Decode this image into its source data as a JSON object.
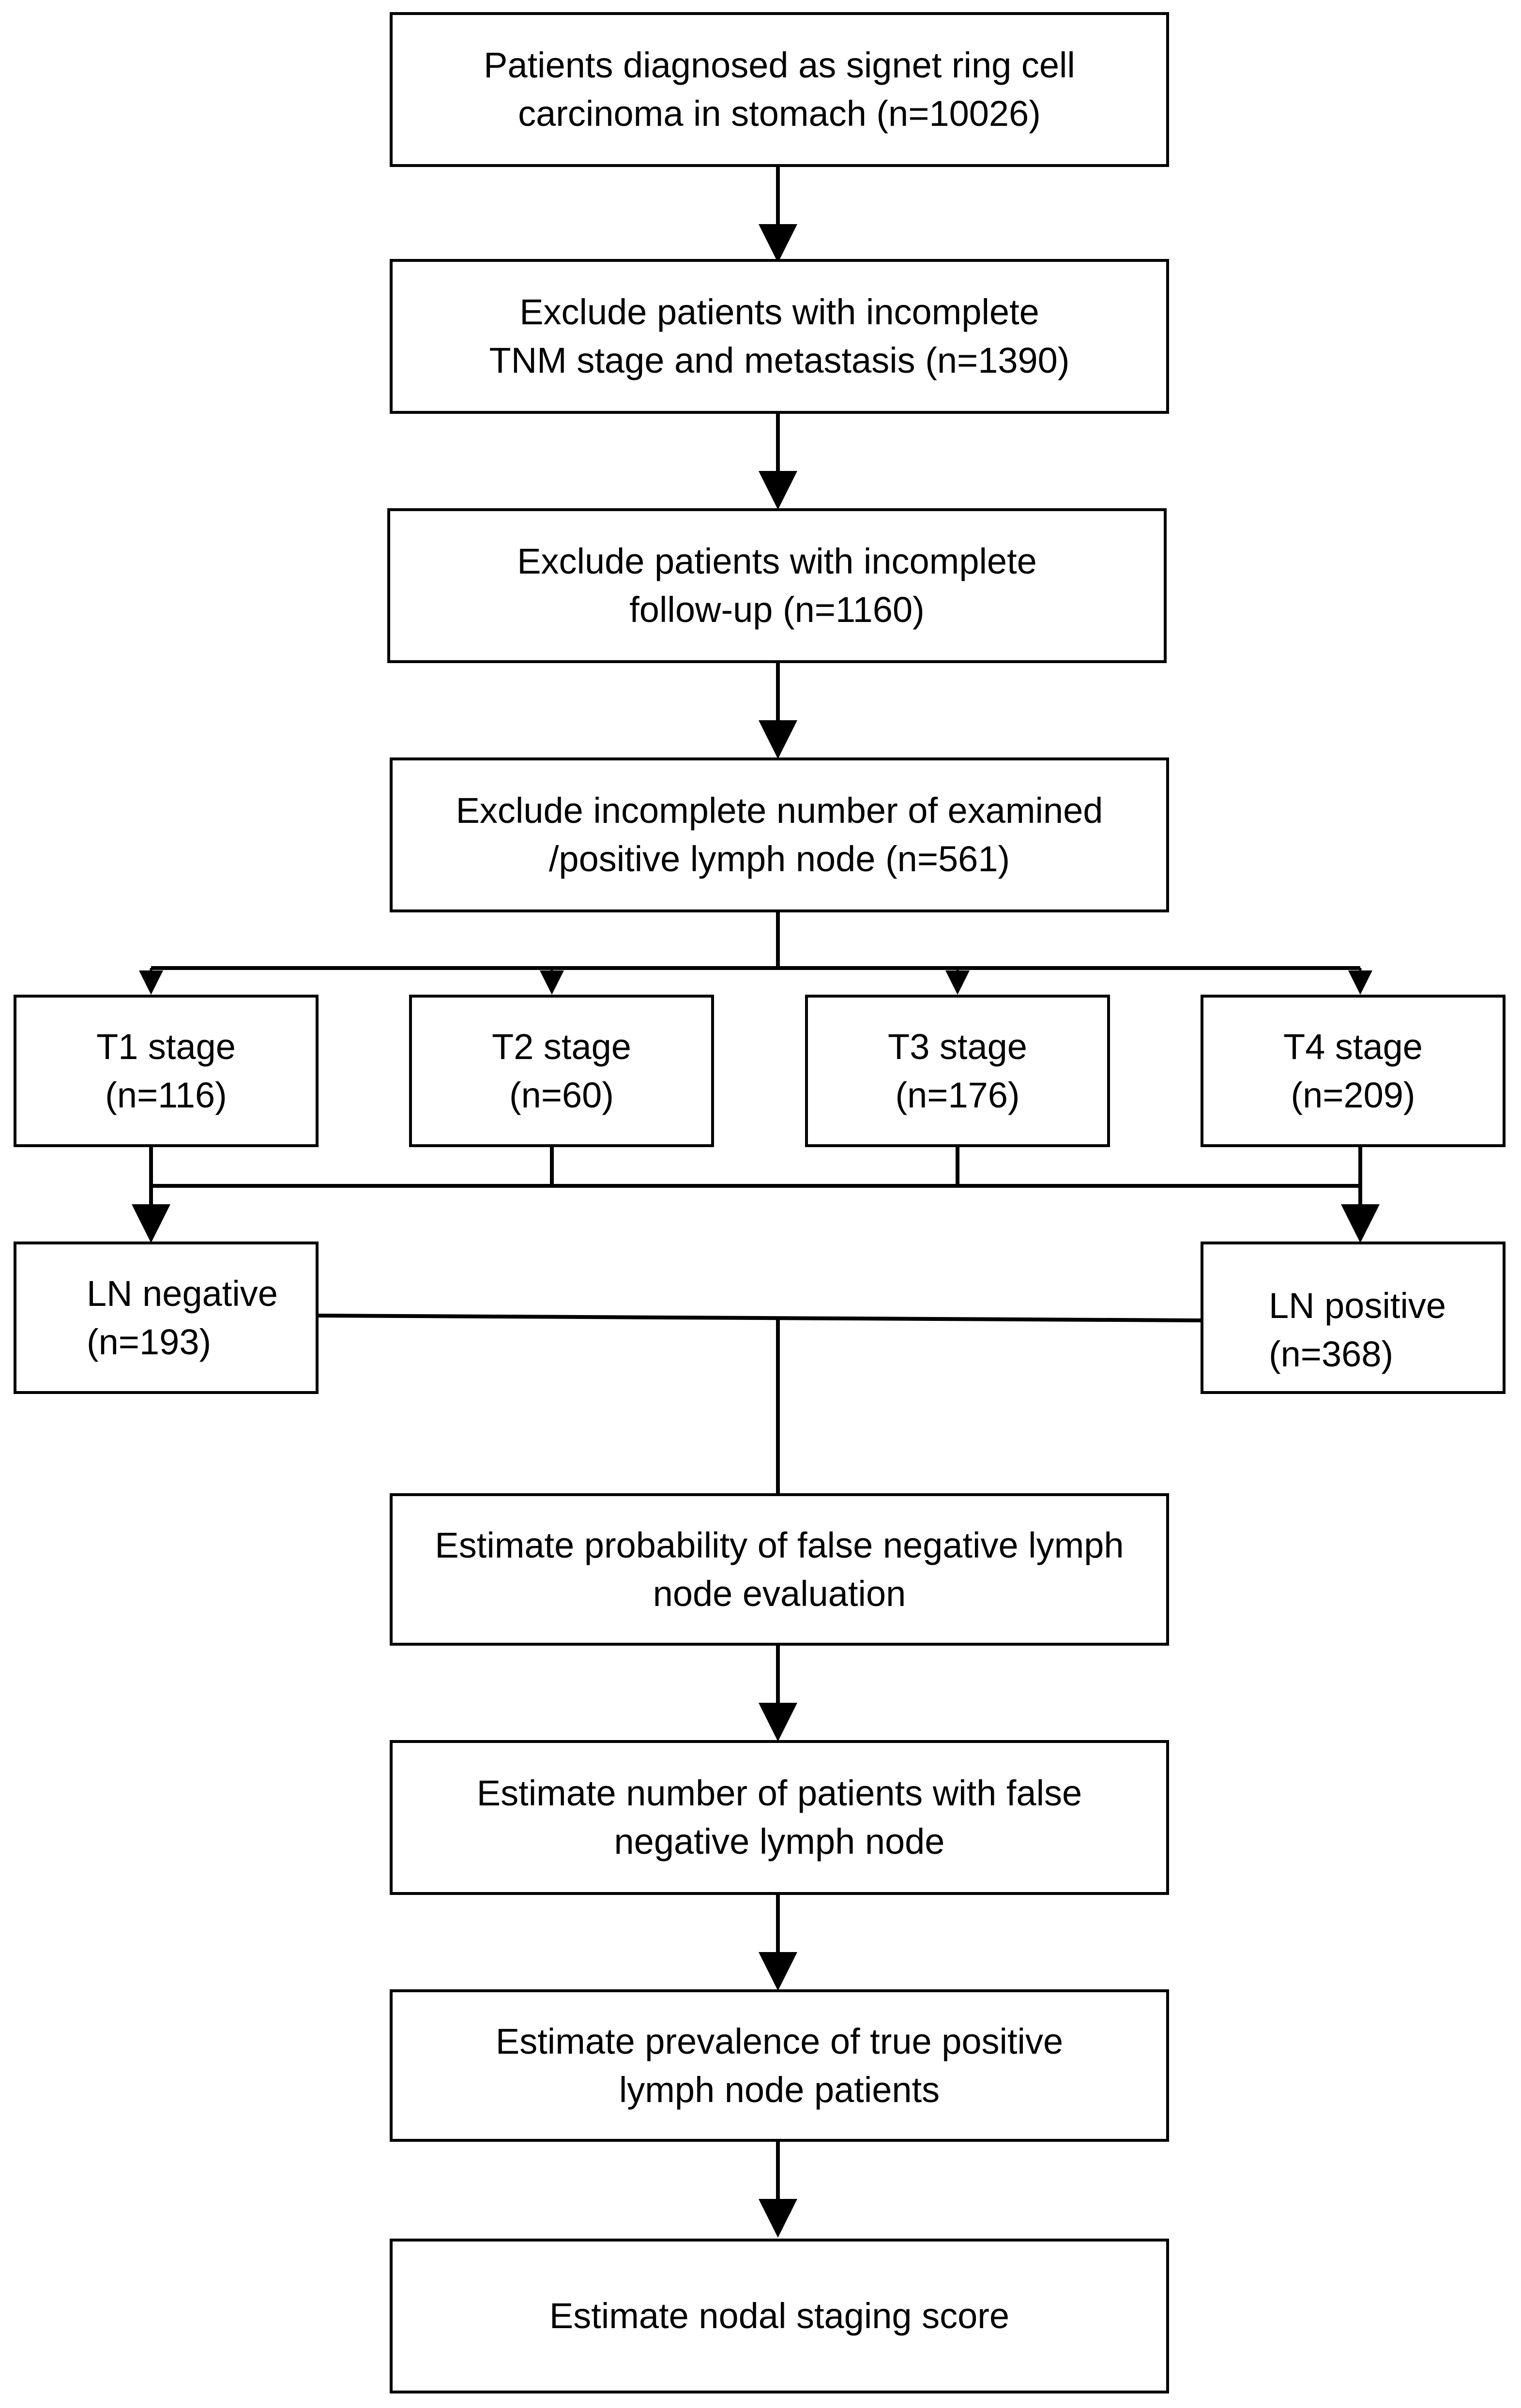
{
  "flowchart": {
    "steps": [
      {
        "line1": "Patients diagnosed as signet ring cell",
        "line2": "carcinoma in stomach (n=10026)"
      },
      {
        "line1": "Exclude patients with incomplete",
        "line2": "TNM stage and metastasis (n=1390)"
      },
      {
        "line1": "Exclude patients with incomplete",
        "line2": "follow-up (n=1160)"
      },
      {
        "line1": "Exclude incomplete number of examined",
        "line2": "/positive lymph node (n=561)"
      }
    ],
    "stages": [
      {
        "label": "T1 stage",
        "count": "(n=116)"
      },
      {
        "label": "T2 stage",
        "count": "(n=60)"
      },
      {
        "label": "T3 stage",
        "count": "(n=176)"
      },
      {
        "label": "T4 stage",
        "count": "(n=209)"
      }
    ],
    "ln_groups": {
      "negative": {
        "label": "LN negative",
        "count": "(n=193)"
      },
      "positive": {
        "label": "LN positive",
        "count": "(n=368)"
      }
    },
    "estimates": [
      {
        "line1": "Estimate probability of false negative lymph",
        "line2": "node evaluation"
      },
      {
        "line1": "Estimate number of patients with false",
        "line2": "negative lymph node"
      },
      {
        "line1": "Estimate prevalence of true positive",
        "line2": "lymph node patients"
      },
      {
        "line1": "Estimate nodal staging score"
      }
    ]
  }
}
